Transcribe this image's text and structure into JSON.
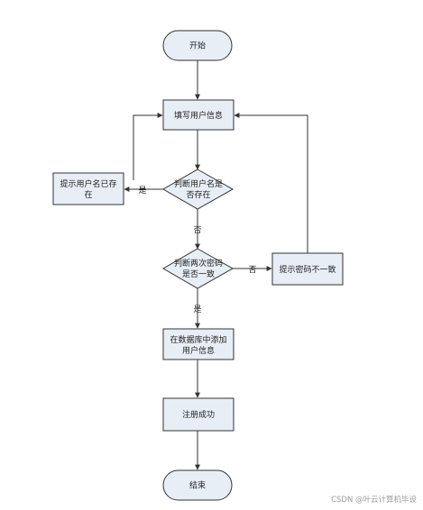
{
  "diagram": {
    "start": "开始",
    "fill_user_info": "填写用户信息",
    "check_username_line1": "判断用户名是",
    "check_username_line2": "否存在",
    "prompt_username_exists_line1": "提示用户名已存",
    "prompt_username_exists_line2": "在",
    "label_yes_1": "是",
    "label_no_1": "否",
    "check_password_line1": "判断两次密码",
    "check_password_line2": "是否一致",
    "label_no_2": "否",
    "prompt_password_mismatch": "提示密码不一致",
    "label_yes_2": "是",
    "add_to_db_line1": "在数据库中添加",
    "add_to_db_line2": "用户信息",
    "register_success": "注册成功",
    "end": "结束"
  },
  "watermark": "CSDN @叶云计算机毕设",
  "colors": {
    "shape_fill": "#e8eef5",
    "stroke": "#333333",
    "line": "#333333"
  }
}
